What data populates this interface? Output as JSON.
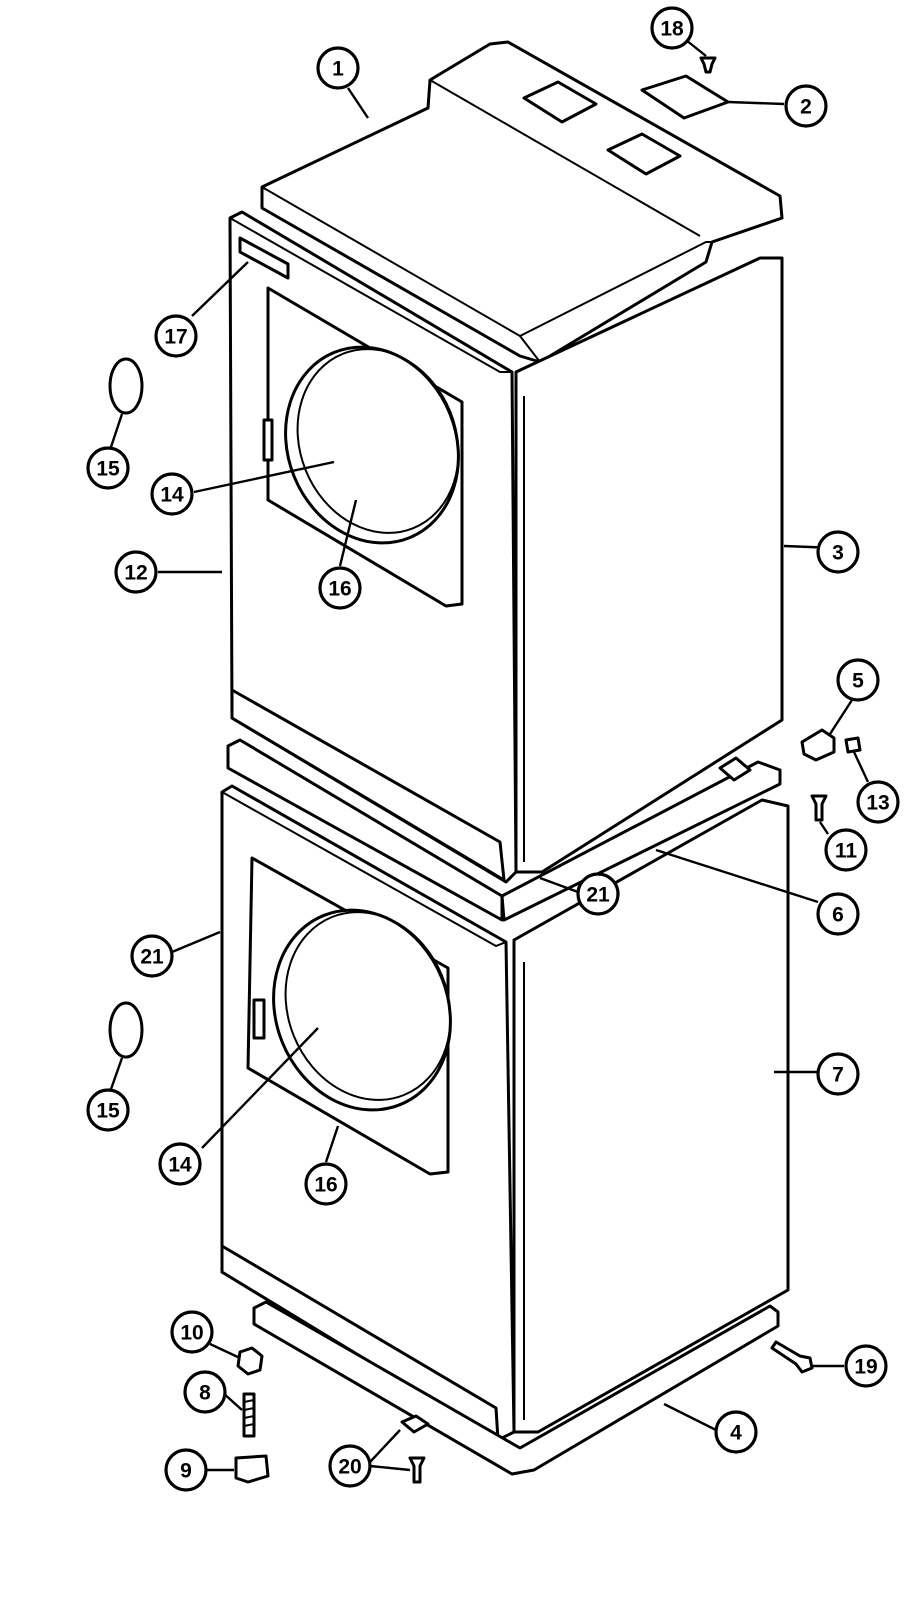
{
  "callouts": [
    {
      "id": "c1",
      "label": "1"
    },
    {
      "id": "c2",
      "label": "2"
    },
    {
      "id": "c3",
      "label": "3"
    },
    {
      "id": "c4",
      "label": "4"
    },
    {
      "id": "c5",
      "label": "5"
    },
    {
      "id": "c6",
      "label": "6"
    },
    {
      "id": "c7",
      "label": "7"
    },
    {
      "id": "c8",
      "label": "8"
    },
    {
      "id": "c9",
      "label": "9"
    },
    {
      "id": "c10",
      "label": "10"
    },
    {
      "id": "c11",
      "label": "11"
    },
    {
      "id": "c12",
      "label": "12"
    },
    {
      "id": "c13",
      "label": "13"
    },
    {
      "id": "c14a",
      "label": "14"
    },
    {
      "id": "c14b",
      "label": "14"
    },
    {
      "id": "c15a",
      "label": "15"
    },
    {
      "id": "c15b",
      "label": "15"
    },
    {
      "id": "c16a",
      "label": "16"
    },
    {
      "id": "c16b",
      "label": "16"
    },
    {
      "id": "c17",
      "label": "17"
    },
    {
      "id": "c18",
      "label": "18"
    },
    {
      "id": "c19",
      "label": "19"
    },
    {
      "id": "c20",
      "label": "20"
    },
    {
      "id": "c21a",
      "label": "21"
    },
    {
      "id": "c21b",
      "label": "21"
    }
  ]
}
